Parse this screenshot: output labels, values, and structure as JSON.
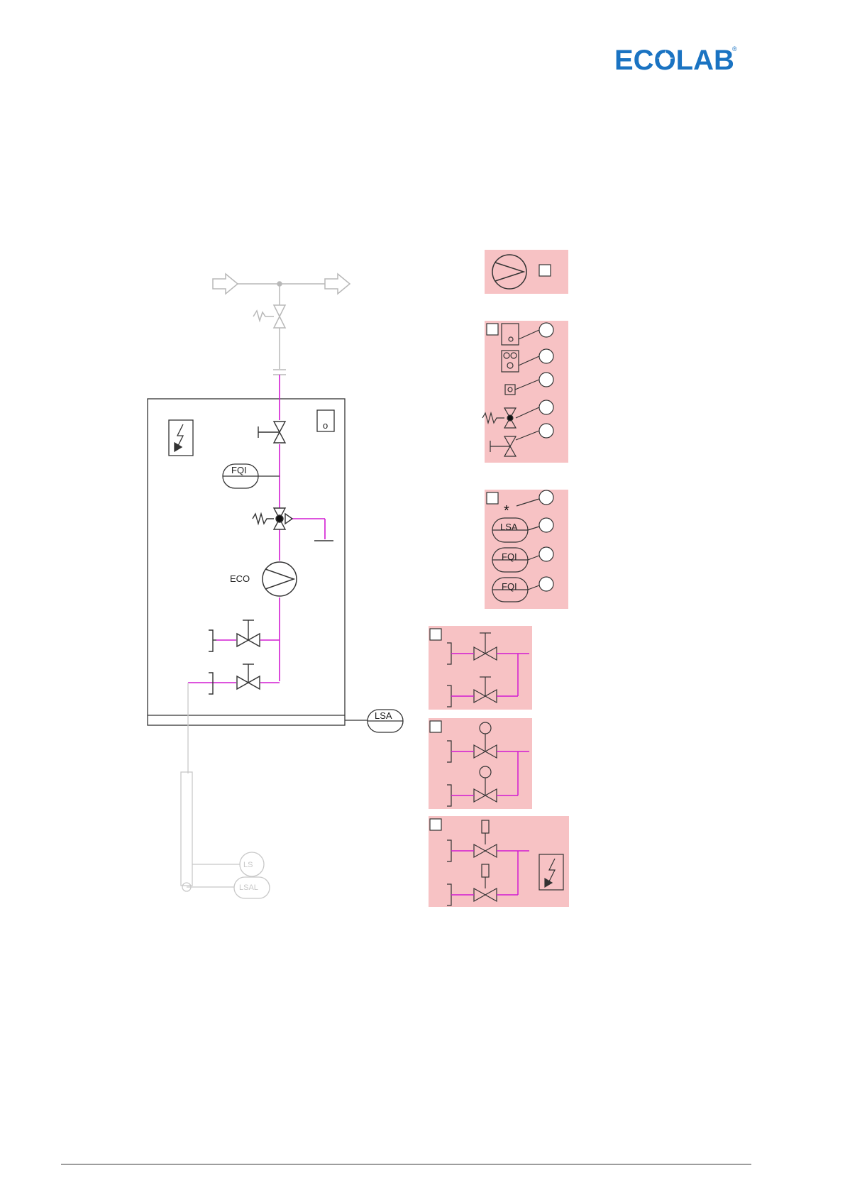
{
  "logo": {
    "text": "ECOLAB",
    "trademark": "®",
    "color": "#1a73c2"
  },
  "labels": {
    "fqi": "FQI",
    "eco": "ECO",
    "lsa": "LSA",
    "lsal": "LSAL",
    "ls": "LS",
    "circle_o": "o",
    "asterisk": "*"
  },
  "colors": {
    "line": "#333333",
    "faded_line": "#b8b8b8",
    "magenta_line": "#d21bd2",
    "option_panel": "#f7c2c4"
  },
  "icons": [
    "pump-icon",
    "valve-icon",
    "solenoid-valve-icon",
    "manual-valve-icon",
    "lightning-icon",
    "flow-indicator-icon",
    "level-switch-icon"
  ]
}
